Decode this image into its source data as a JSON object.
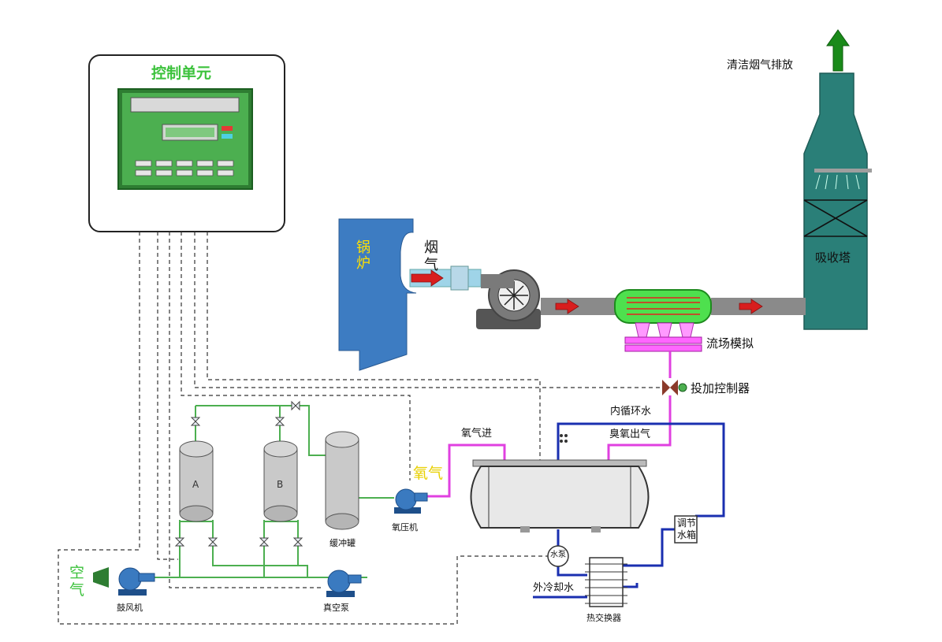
{
  "labels": {
    "control_unit": "控制单元",
    "clean_flue_exhaust": "清洁烟气排放",
    "boiler": "锅炉",
    "flue_gas": "烟气",
    "absorption_tower": "吸收塔",
    "flow_field_simulation": "流场模拟",
    "dosing_controller": "投加控制器",
    "inner_circulating_water": "内循环水",
    "oxygen_in": "氧气进",
    "ozone_out": "臭氧出气",
    "oxygen": "氧气",
    "tank_a": "A",
    "tank_b": "B",
    "buffer_tank": "缓冲罐",
    "oxygen_compressor": "氧压机",
    "air": "空气",
    "blower": "鼓风机",
    "vacuum_pump": "真空泵",
    "water_pump": "水泵",
    "regulating_water_tank": "调节水箱",
    "external_cooling_water": "外冷却水",
    "heat_exchanger": "热交换器"
  },
  "colors": {
    "control_green": "#3cc23c",
    "tower_teal": "#2a7f78",
    "boiler_blue": "#3d7cc2",
    "flue_pipe_gray": "#8a8a8a",
    "flow_arrow_red": "#d81e1e",
    "oxygen_pipe_magenta": "#e040e0",
    "water_pipe_blue": "#1a2fb0",
    "gas_pipe_green": "#4caf50",
    "exhaust_arrow_green": "#1a8a1a"
  }
}
